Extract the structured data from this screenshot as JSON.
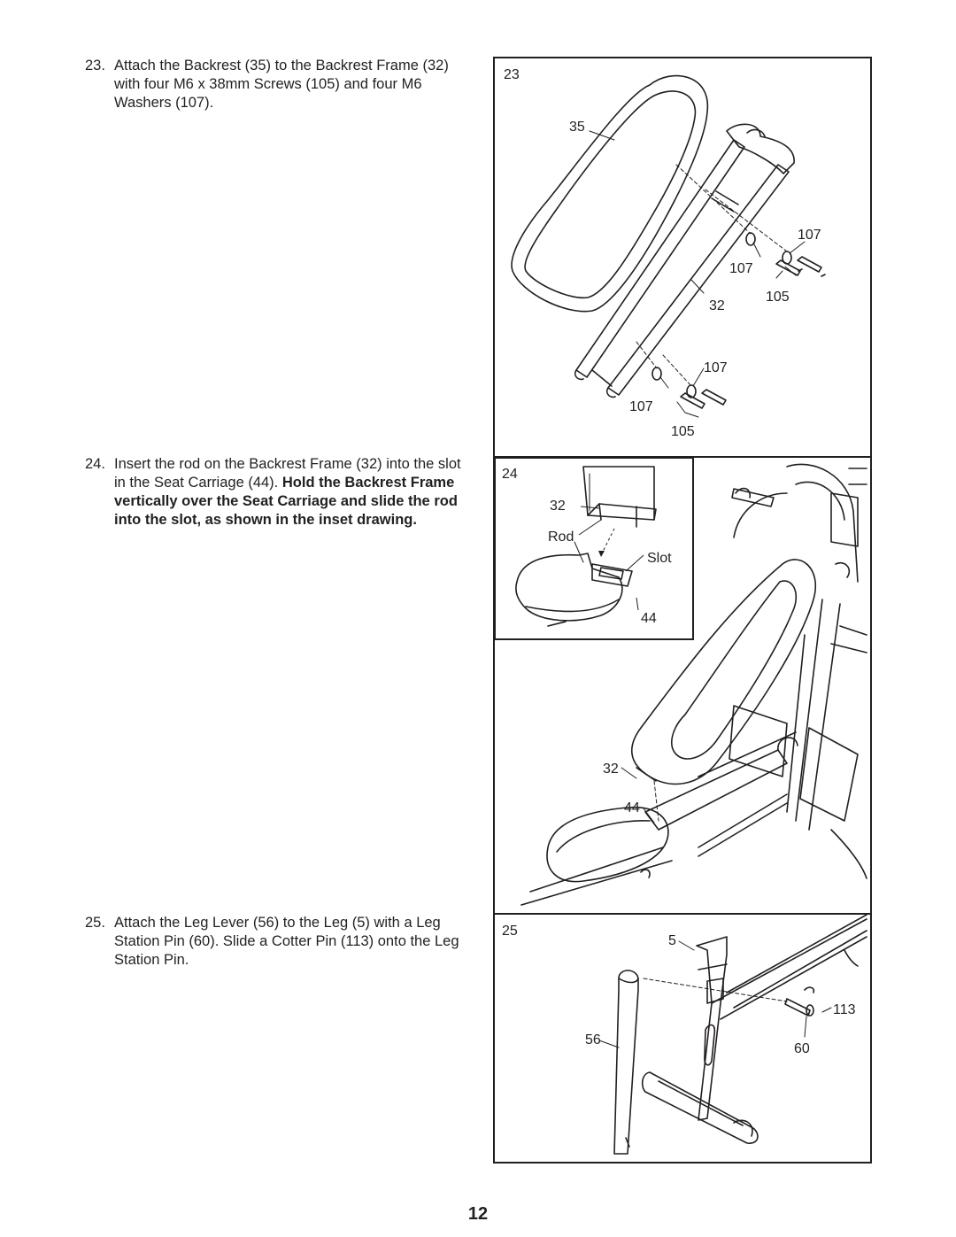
{
  "steps": [
    {
      "number": "23.",
      "text_parts": [
        {
          "text": "Attach the Backrest (35) to the Backrest Frame (32) with four M6 x 38mm Screws (105) and four M6 Washers (107).",
          "bold": false
        }
      ],
      "figure": {
        "step_label": "23",
        "callouts": {
          "backrest": "35",
          "washer_top_right": "107",
          "washer_top_left": "107",
          "frame": "32",
          "screw_top": "105",
          "washer_bottom_right": "107",
          "washer_bottom_left": "107",
          "screw_bottom": "105"
        }
      }
    },
    {
      "number": "24.",
      "text_parts": [
        {
          "text": "Insert the rod on the Backrest Frame (32) into the slot in the Seat Carriage (44). ",
          "bold": false
        },
        {
          "text": "Hold the Backrest Frame vertically over the Seat Carriage and slide the rod into the slot, as shown in the inset drawing.",
          "bold": true
        }
      ],
      "figure": {
        "step_label": "24",
        "callouts": {
          "inset_frame": "32",
          "rod": "Rod",
          "slot": "Slot",
          "inset_carriage": "44",
          "main_frame": "32",
          "main_carriage": "44"
        }
      }
    },
    {
      "number": "25.",
      "text_parts": [
        {
          "text": "Attach the Leg Lever (56) to the Leg (5) with a Leg Station Pin (60). Slide a Cotter Pin (113) onto the Leg Station Pin.",
          "bold": false
        }
      ],
      "figure": {
        "step_label": "25",
        "callouts": {
          "leg": "5",
          "cotter_pin": "113",
          "leg_lever": "56",
          "station_pin": "60"
        }
      }
    }
  ],
  "page_number": "12",
  "colors": {
    "ink": "#231f20",
    "background": "#ffffff"
  }
}
